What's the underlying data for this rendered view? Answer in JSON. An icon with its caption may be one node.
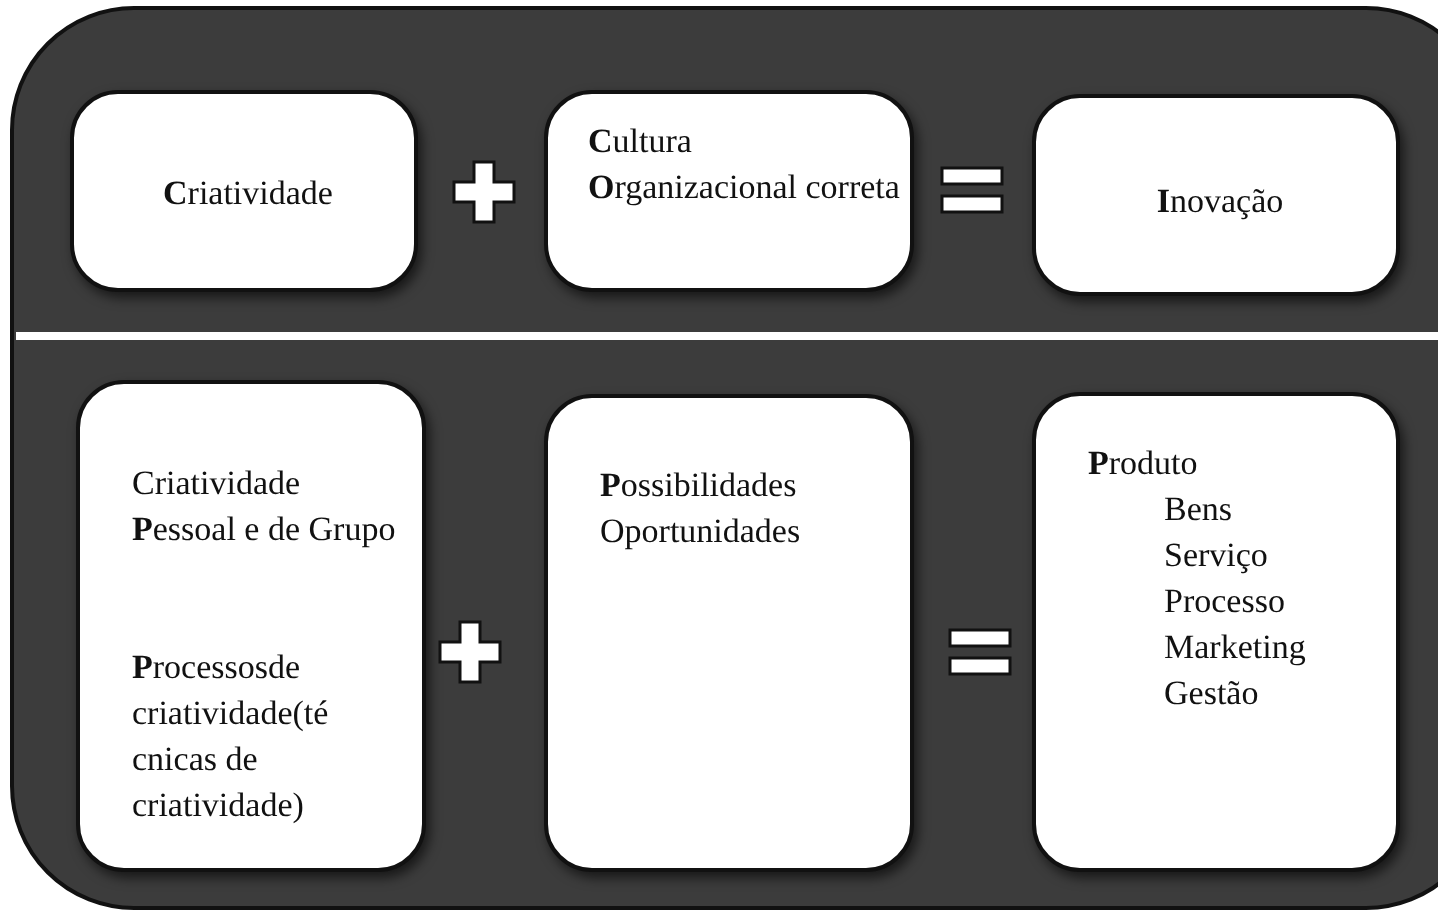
{
  "diagram": {
    "nodes": [
      {
        "text": [
          "**C**riatividade"
        ]
      },
      {
        "text": [
          "**C**ultura **O**rganizacional correta"
        ]
      },
      {
        "text": [
          "**I**novação"
        ]
      },
      {
        "text": [
          "Criatividade **P**essoal e de Grupo",
          "**P**rocessosde criatividade(té cnicas de criatividade)"
        ]
      },
      {
        "text": [
          "**P**ossibilidades Oportunidades"
        ]
      },
      {
        "text": [
          "**P**roduto",
          "Bens",
          "Serviço",
          "Processo",
          "Marketing",
          "Gestão"
        ]
      }
    ]
  }
}
